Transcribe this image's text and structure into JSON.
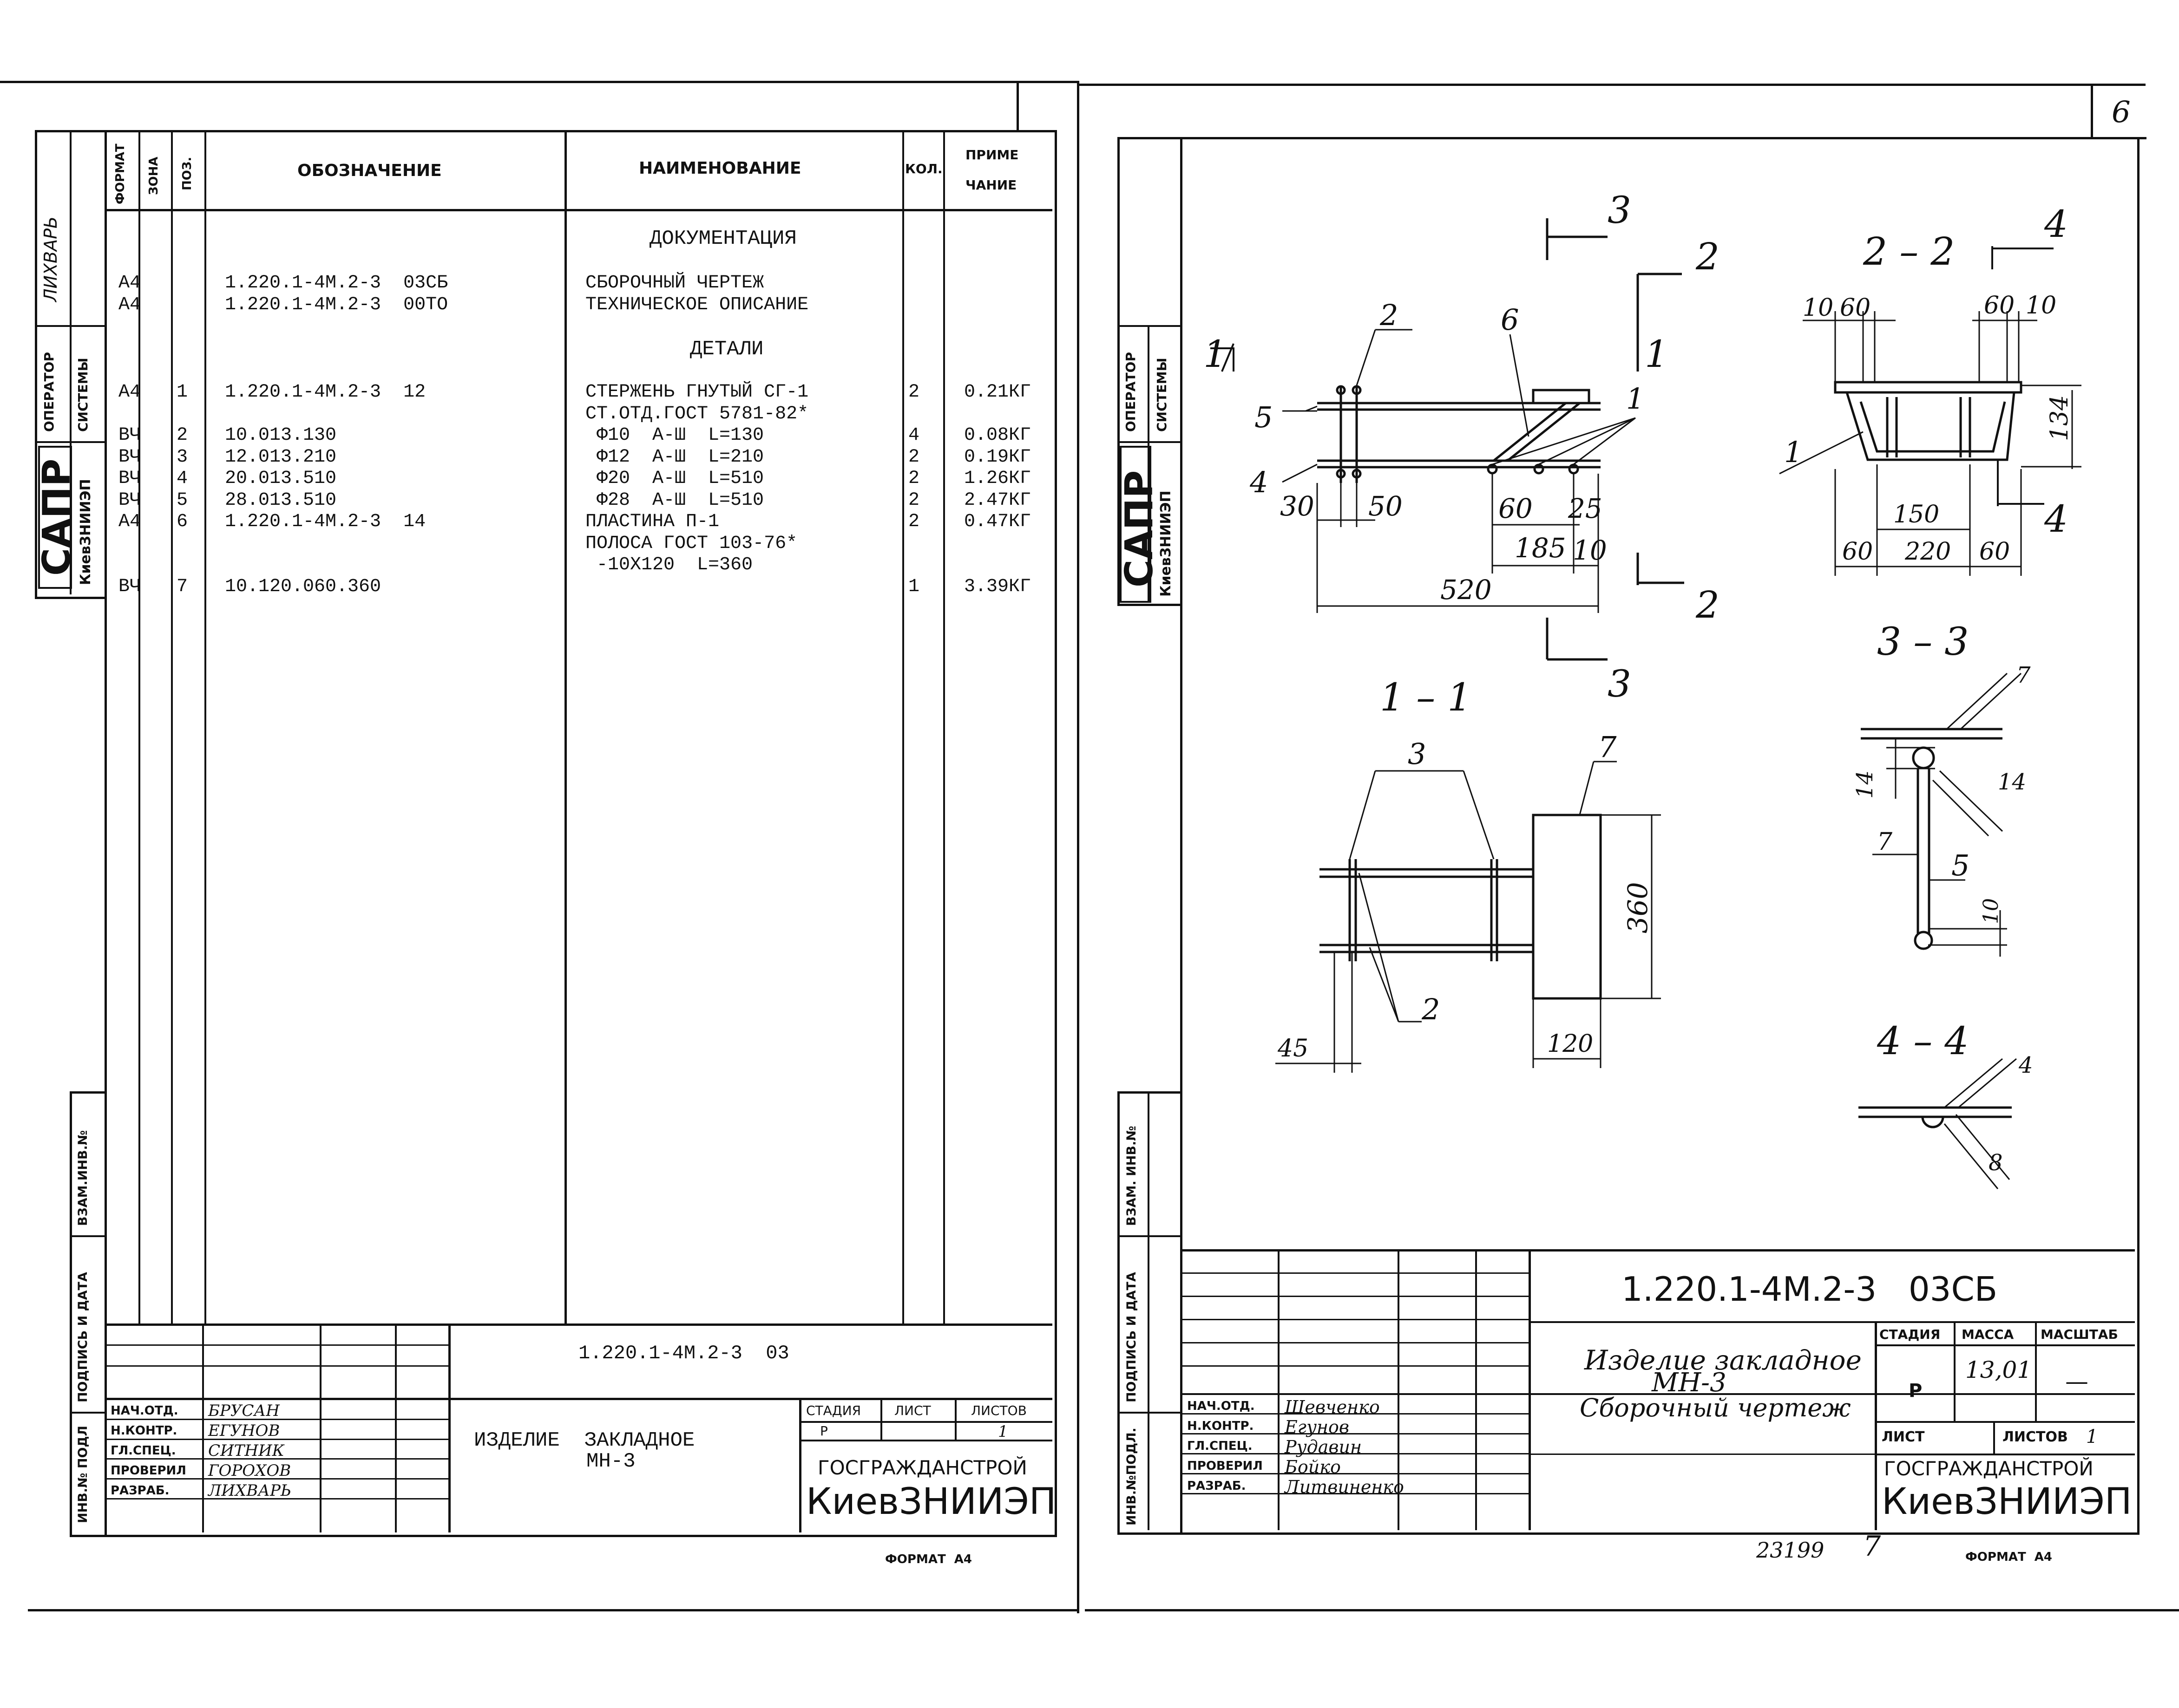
{
  "left_sheet": {
    "side_stamp": {
      "sapr": "САПР",
      "org": "КиевЗНИИЭП",
      "operator": "ОПЕРАТОР",
      "systems": "СИСТЕМЫ",
      "author": "ЛИХВАРЬ"
    },
    "side_fields": {
      "inv_podl": "ИНВ.№ ПОДЛ",
      "podpis_data": "ПОДПИСЬ И ДАТА",
      "vzam_inv": "ВЗАМ.ИНВ.№"
    },
    "header": {
      "format": "ФОРМАТ",
      "zone": "ЗОНА",
      "pos": "ПОЗ.",
      "designation": "ОБОЗНАЧЕНИЕ",
      "name": "НАИМЕНОВАНИЕ",
      "qty": "КОЛ.",
      "note1": "ПРИМЕ",
      "note2": "ЧАНИЕ"
    },
    "sections": {
      "documentation": "ДОКУМЕНТАЦИЯ",
      "details": "ДЕТАЛИ"
    },
    "doc_rows": [
      {
        "format": "А4",
        "designation": "1.220.1-4М.2-3  03СБ",
        "name": "СБОРОЧНЫЙ ЧЕРТЕЖ"
      },
      {
        "format": "А4",
        "designation": "1.220.1-4М.2-3  00ТО",
        "name": "ТЕХНИЧЕСКОЕ ОПИСАНИЕ"
      }
    ],
    "detail_rows": [
      {
        "format": "А4",
        "pos": "1",
        "designation": "1.220.1-4М.2-3  12",
        "name": "СТЕРЖЕНЬ ГНУТЫЙ СГ-1",
        "qty": "2",
        "note": "0.21КГ"
      },
      {
        "format": "",
        "pos": "",
        "designation": "",
        "name": "СТ.ОТД.ГОСТ 5781-82*",
        "qty": "",
        "note": ""
      },
      {
        "format": "ВЧ",
        "pos": "2",
        "designation": "10.013.130",
        "name": " Ф10  А-Ш  L=130",
        "qty": "4",
        "note": "0.08КГ"
      },
      {
        "format": "ВЧ",
        "pos": "3",
        "designation": "12.013.210",
        "name": " Ф12  А-Ш  L=210",
        "qty": "2",
        "note": "0.19КГ"
      },
      {
        "format": "ВЧ",
        "pos": "4",
        "designation": "20.013.510",
        "name": " Ф20  А-Ш  L=510",
        "qty": "2",
        "note": "1.26КГ"
      },
      {
        "format": "ВЧ",
        "pos": "5",
        "designation": "28.013.510",
        "name": " Ф28  А-Ш  L=510",
        "qty": "2",
        "note": "2.47КГ"
      },
      {
        "format": "А4",
        "pos": "6",
        "designation": "1.220.1-4М.2-3  14",
        "name": "ПЛАСТИНА П-1",
        "qty": "2",
        "note": "0.47КГ"
      },
      {
        "format": "",
        "pos": "",
        "designation": "",
        "name": "ПОЛОСА ГОСТ 103-76*",
        "qty": "",
        "note": ""
      },
      {
        "format": "",
        "pos": "",
        "designation": "",
        "name": " -10Х120  L=360",
        "qty": "",
        "note": ""
      },
      {
        "format": "ВЧ",
        "pos": "7",
        "designation": "10.120.060.360",
        "name": "",
        "qty": "1",
        "note": "3.39КГ"
      }
    ],
    "title_block": {
      "code": "1.220.1-4М.2-3  03",
      "roles": [
        "НАЧ.ОТД.",
        "Н.КОНТР.",
        "ГЛ.СПЕЦ.",
        "ПРОВЕРИЛ",
        "РАЗРАБ."
      ],
      "people": [
        "БРУСАН",
        "ЕГУНОВ",
        "СИТНИК",
        "ГОРОХОВ",
        "ЛИХВАРЬ"
      ],
      "title1": "ИЗДЕЛИЕ  ЗАКЛАДНОЕ",
      "title2": "МН-3",
      "stage_label": "СТАДИЯ",
      "sheet_label": "ЛИСТ",
      "sheets_label": "ЛИСТОВ",
      "stage": "Р",
      "sheets": "1",
      "org1": "ГОСГРАЖДАНСТРОЙ",
      "org2": "КиевЗНИИЭП"
    },
    "format_note": "ФОРМАТ  А4"
  },
  "right_sheet": {
    "sheet_number": "6",
    "side_stamp": {
      "sapr": "САПР",
      "org": "КиевЗНИИЭП",
      "operator": "ОПЕРАТОР",
      "systems": "СИСТЕМЫ"
    },
    "side_fields": {
      "inv_podl": "ИНВ.№ПОДЛ.",
      "podpis_data": "ПОДПИСЬ И ДАТА",
      "vzam_inv": "ВЗАМ. ИНВ.№"
    },
    "drawing": {
      "sections": {
        "s11": "1 – 1",
        "s22": "2 – 2",
        "s33": "3 – 3",
        "s44": "4 – 4"
      },
      "cut_marks": {
        "c1": "1",
        "c2": "2",
        "c3": "3",
        "c4": "4"
      },
      "part_labels": {
        "p1": "1",
        "p2": "2",
        "p3": "3",
        "p4": "4",
        "p5": "5",
        "p6": "6",
        "p7": "7"
      },
      "dims_main": {
        "d30": "30",
        "d50": "50",
        "d60": "60",
        "d25": "25",
        "d185": "185",
        "d10": "10",
        "d520": "520"
      },
      "dims_22": {
        "d10a": "10",
        "d60a": "60",
        "d60b": "60",
        "d10b": "10",
        "d134": "134",
        "d150": "150",
        "d60c": "60",
        "d220": "220",
        "d60d": "60"
      },
      "dims_11": {
        "d360": "360",
        "d120": "120",
        "d45": "45"
      },
      "dims_33": {
        "d7a": "7",
        "d14a": "14",
        "d14b": "14",
        "d7b": "7",
        "d10": "10"
      },
      "dims_44": {
        "d4": "4",
        "d8": "8"
      }
    },
    "title_block": {
      "code": "1.220.1-4М.2-3   03СБ",
      "title1": "Изделие закладное",
      "title2": "МН-3",
      "title3": "Сборочный чертеж",
      "roles": [
        "НАЧ.ОТД.",
        "Н.КОНТР.",
        "ГЛ.СПЕЦ.",
        "ПРОВЕРИЛ",
        "РАЗРАБ."
      ],
      "people": [
        "Шевченко",
        "Егунов",
        "Рудавин",
        "Бойко",
        "Литвиненко"
      ],
      "stage_label": "СТАДИЯ",
      "mass_label": "МАССА",
      "scale_label": "МАСШТАБ",
      "stage": "Р",
      "mass": "13,01",
      "scale": "—",
      "sheet_label": "ЛИСТ",
      "sheets_label": "ЛИСТОВ",
      "sheets": "1",
      "org1": "ГОСГРАЖДАНСТРОЙ",
      "org2": "КиевЗНИИЭП"
    },
    "bottom_number": "23199",
    "bottom_page": "7",
    "format_note": "ФОРМАТ  А4"
  }
}
